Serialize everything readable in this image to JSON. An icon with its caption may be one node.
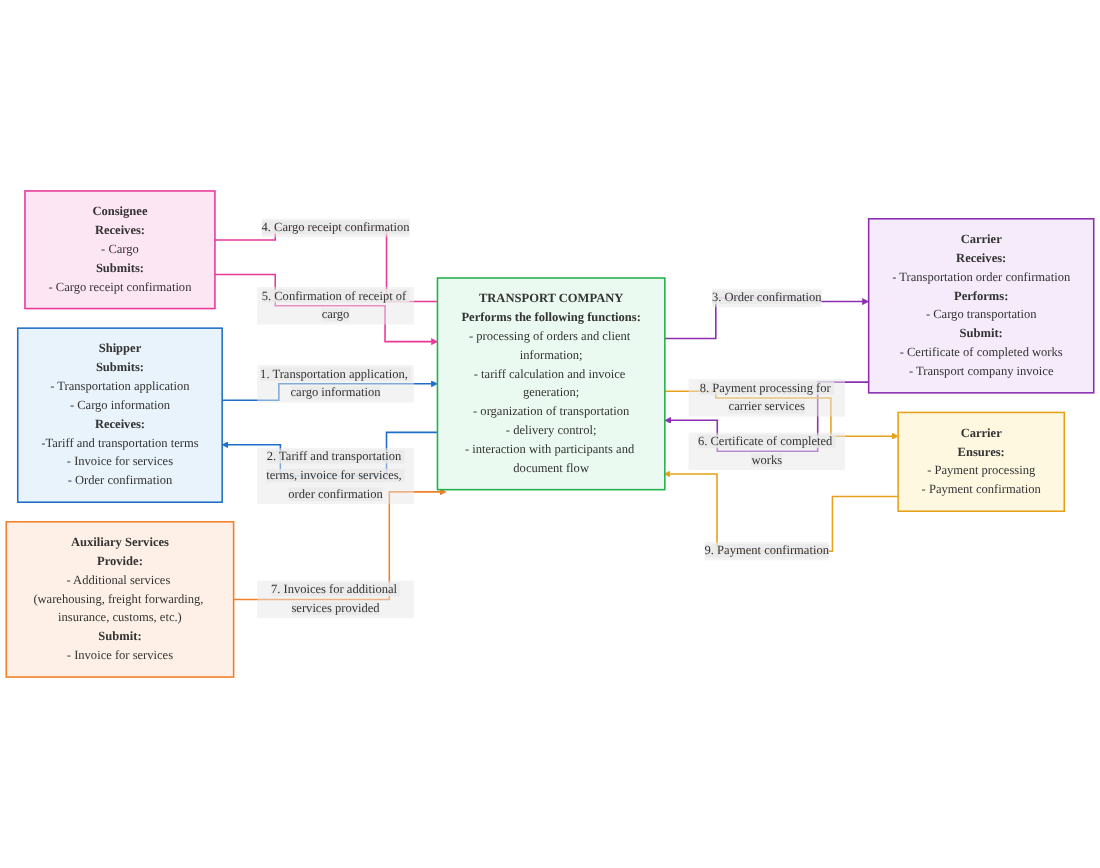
{
  "diagram": {
    "nodes": [
      {
        "text": [
          "Shipper",
          "Submits:",
          "- Transportation application",
          "- Cargo information",
          "Receives:",
          "-Tariff and transportation terms",
          "- Invoice for services",
          "- Order confirmation"
        ]
      },
      {
        "text": [
          "Consignee",
          "Receives:",
          "- Cargo",
          "Submits:",
          "- Cargo receipt confirmation"
        ]
      },
      {
        "text": [
          "TRANSPORT COMPANY",
          "Performs the following functions:",
          "- processing of orders and client information;",
          "- tariff calculation and invoice generation;",
          "- organization of transportation",
          "- delivery control;",
          "- interaction with participants and document flow"
        ]
      },
      {
        "text": [
          "Carrier",
          "Receives:",
          "- Transportation order confirmation",
          "Performs:",
          "- Cargo transportation",
          "Submit:",
          "- Certificate of completed works",
          "- Transport company invoice"
        ]
      },
      {
        "text": [
          "Auxiliary Services",
          "Provide:",
          "- Additional services (warehousing, freight forwarding, insurance, customs, etc.)",
          "Submit:",
          "- Invoice for services"
        ]
      },
      {
        "text": [
          "Carrier",
          "Ensures:",
          "- Payment processing",
          "- Payment confirmation"
        ]
      }
    ],
    "edges": [
      {
        "from": 0,
        "to": 2,
        "arrow": "to",
        "label": "1. Transportation application, cargo information",
        "color": "#1f6fc6"
      },
      {
        "from": 2,
        "to": 0,
        "arrow": "to",
        "label": "2. Tariff and transportation terms, invoice for services, order confirmation",
        "color": "#1f6fc6"
      },
      {
        "from": 2,
        "to": 3,
        "arrow": "to",
        "label": "3. Order confirmation",
        "color": "#8b2fb0"
      },
      {
        "from": 1,
        "to": 2,
        "arrow": "none",
        "label": "4. Cargo receipt confirmation",
        "color": "#e8399a"
      },
      {
        "from": 1,
        "to": 2,
        "arrow": "to",
        "label": "5. Confirmation of receipt of cargo",
        "color": "#e8399a"
      },
      {
        "from": 3,
        "to": 2,
        "arrow": "to",
        "label": "6. Certificate of completed works",
        "color": "#8b2fb0"
      },
      {
        "from": 4,
        "to": 2,
        "arrow": "to",
        "label": "7. Invoices for additional services provided",
        "color": "#f07f2a"
      },
      {
        "from": 2,
        "to": 5,
        "arrow": "to",
        "label": "8. Payment processing for carrier services",
        "color": "#e6a11a"
      },
      {
        "from": 5,
        "to": 2,
        "arrow": "to",
        "label": "9. Payment confirmation",
        "color": "#e6a11a"
      }
    ]
  }
}
